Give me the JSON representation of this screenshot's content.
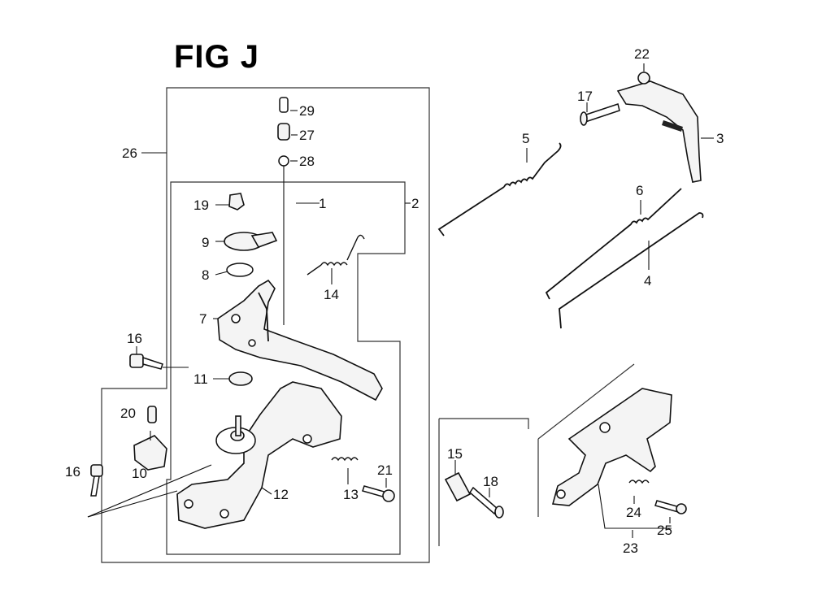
{
  "figure": {
    "title": "FIG J"
  },
  "callouts": [
    {
      "id": "c1",
      "label": "1"
    },
    {
      "id": "c2",
      "label": "2"
    },
    {
      "id": "c3",
      "label": "3"
    },
    {
      "id": "c4",
      "label": "4"
    },
    {
      "id": "c5",
      "label": "5"
    },
    {
      "id": "c6",
      "label": "6"
    },
    {
      "id": "c7",
      "label": "7"
    },
    {
      "id": "c8",
      "label": "8"
    },
    {
      "id": "c9",
      "label": "9"
    },
    {
      "id": "c10",
      "label": "10"
    },
    {
      "id": "c11",
      "label": "11"
    },
    {
      "id": "c12",
      "label": "12"
    },
    {
      "id": "c13",
      "label": "13"
    },
    {
      "id": "c14",
      "label": "14"
    },
    {
      "id": "c15",
      "label": "15"
    },
    {
      "id": "c16a",
      "label": "16"
    },
    {
      "id": "c16b",
      "label": "16"
    },
    {
      "id": "c17",
      "label": "17"
    },
    {
      "id": "c18",
      "label": "18"
    },
    {
      "id": "c19",
      "label": "19"
    },
    {
      "id": "c20",
      "label": "20"
    },
    {
      "id": "c21",
      "label": "21"
    },
    {
      "id": "c22",
      "label": "22"
    },
    {
      "id": "c23",
      "label": "23"
    },
    {
      "id": "c24",
      "label": "24"
    },
    {
      "id": "c25",
      "label": "25"
    },
    {
      "id": "c26",
      "label": "26"
    },
    {
      "id": "c27",
      "label": "27"
    },
    {
      "id": "c28",
      "label": "28"
    },
    {
      "id": "c29",
      "label": "29"
    }
  ]
}
